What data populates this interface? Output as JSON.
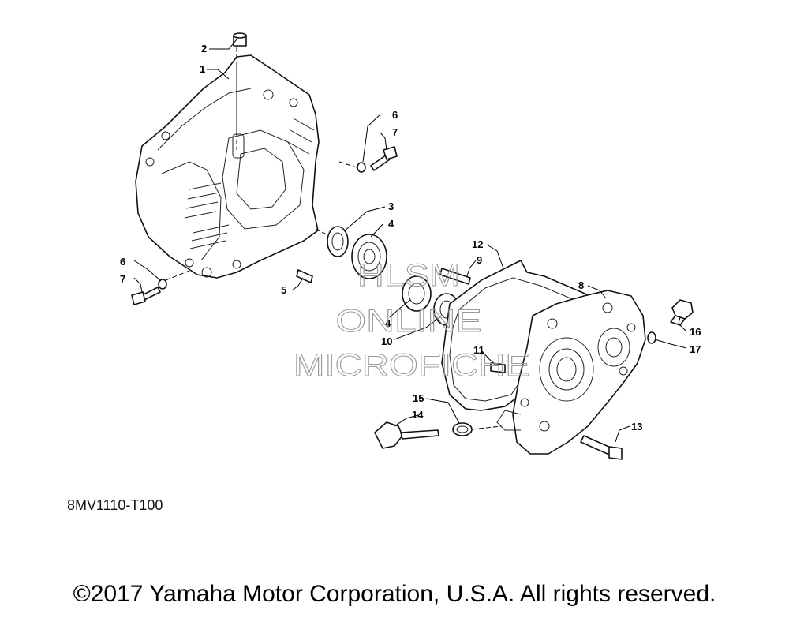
{
  "diagram": {
    "code": "8MV1110-T100",
    "copyright": "©2017 Yamaha Motor Corporation, U.S.A. All rights reserved.",
    "watermark": [
      "HLSM",
      "ONLINE",
      "MICROFICHE"
    ],
    "callouts": [
      "2",
      "1",
      "6",
      "7",
      "3",
      "4",
      "6",
      "7",
      "5",
      "12",
      "9",
      "8",
      "4",
      "10",
      "16",
      "17",
      "11",
      "15",
      "14",
      "13"
    ]
  }
}
